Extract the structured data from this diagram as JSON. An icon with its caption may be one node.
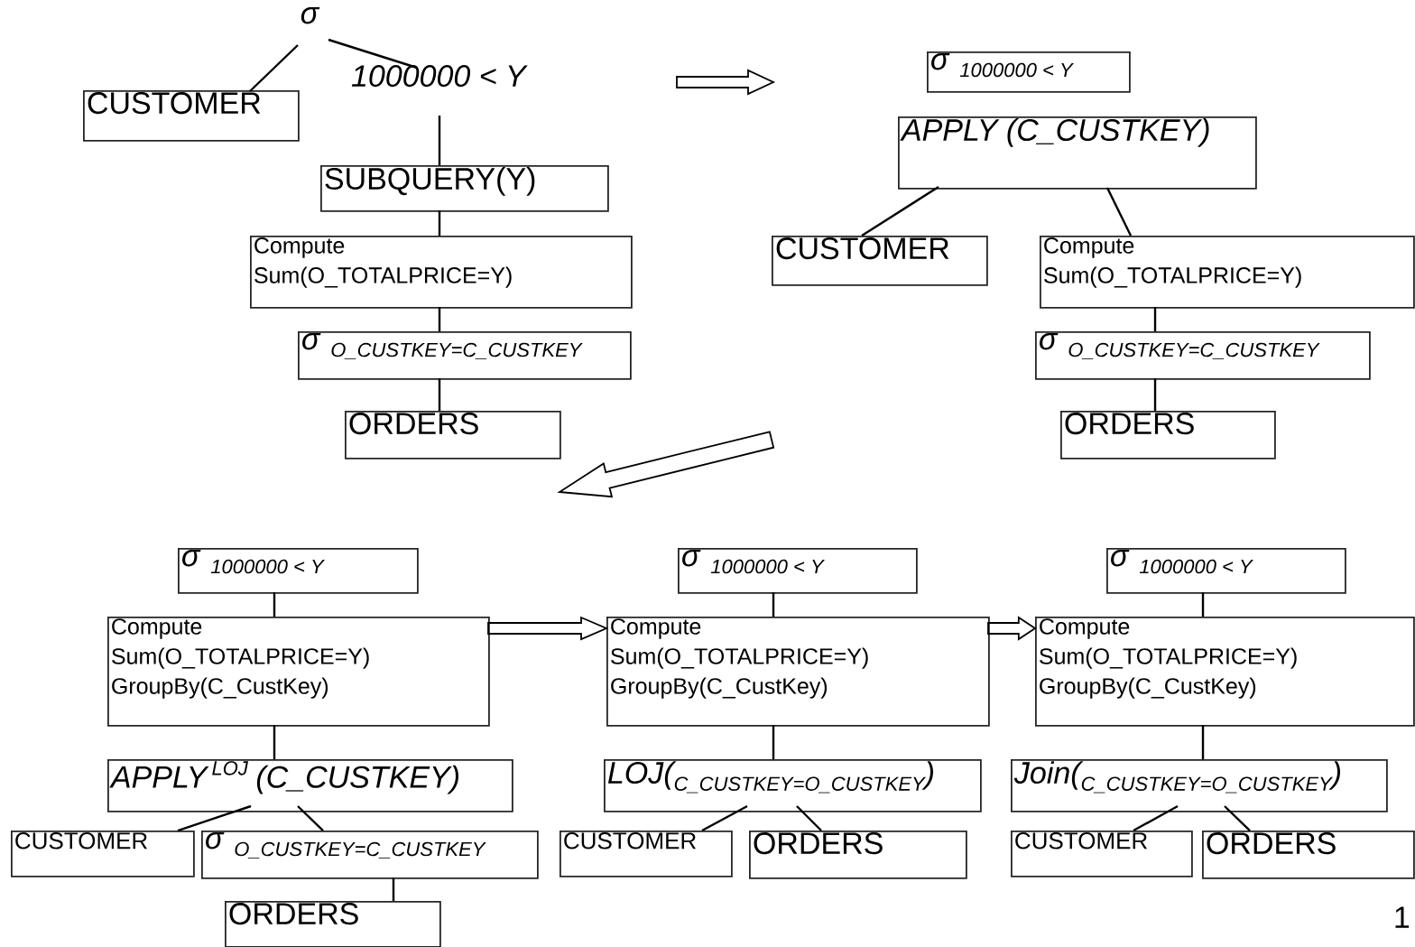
{
  "diagram": {
    "nodes": [
      {
        "text": [
          "σ"
        ]
      },
      {
        "text": [
          "CUSTOMER"
        ]
      },
      {
        "text": [
          "1000000 < Y"
        ]
      },
      {
        "text": [
          "SUBQUERY(Y)"
        ]
      },
      {
        "text": [
          "Compute",
          "Sum(O_TOTALPRICE=Y)"
        ]
      },
      {
        "text": [
          "σ",
          "O_CUSTKEY=C_CUSTKEY"
        ]
      },
      {
        "text": [
          "ORDERS"
        ]
      },
      {
        "text": [
          "σ",
          "1000000 < Y"
        ]
      },
      {
        "text": [
          "APPLY (C_CUSTKEY)"
        ]
      },
      {
        "text": [
          "CUSTOMER"
        ]
      },
      {
        "text": [
          "Compute",
          "Sum(O_TOTALPRICE=Y)"
        ]
      },
      {
        "text": [
          "σ",
          "O_CUSTKEY=C_CUSTKEY"
        ]
      },
      {
        "text": [
          "ORDERS"
        ]
      },
      {
        "text": [
          "σ",
          "1000000 < Y"
        ]
      },
      {
        "text": [
          "Compute",
          "Sum(O_TOTALPRICE=Y)",
          "GroupBy(C_CustKey)"
        ]
      },
      {
        "text": [
          "APPLY",
          "LOJ",
          "(C_CUSTKEY)"
        ]
      },
      {
        "text": [
          "CUSTOMER"
        ]
      },
      {
        "text": [
          "σ",
          "O_CUSTKEY=C_CUSTKEY"
        ]
      },
      {
        "text": [
          "ORDERS"
        ]
      },
      {
        "text": [
          "σ",
          "1000000 < Y"
        ]
      },
      {
        "text": [
          "Compute",
          "Sum(O_TOTALPRICE=Y)",
          "GroupBy(C_CustKey)"
        ]
      },
      {
        "text": [
          "LOJ(",
          "C_CUSTKEY=O_CUSTKEY",
          ")"
        ]
      },
      {
        "text": [
          "CUSTOMER"
        ]
      },
      {
        "text": [
          "ORDERS"
        ]
      },
      {
        "text": [
          "σ",
          "1000000 < Y"
        ]
      },
      {
        "text": [
          "Compute",
          "Sum(O_TOTALPRICE=Y)",
          "GroupBy(C_CustKey)"
        ]
      },
      {
        "text": [
          "Join(",
          "C_CUSTKEY=O_CUSTKEY",
          ")"
        ]
      },
      {
        "text": [
          "CUSTOMER"
        ]
      },
      {
        "text": [
          "ORDERS"
        ]
      }
    ],
    "edges": [
      {
        "from": 0,
        "to": 1,
        "arrow": "none"
      },
      {
        "from": 0,
        "to": 2,
        "arrow": "none"
      },
      {
        "from": 2,
        "to": 3,
        "arrow": "none"
      },
      {
        "from": 3,
        "to": 4,
        "arrow": "none"
      },
      {
        "from": 4,
        "to": 5,
        "arrow": "none"
      },
      {
        "from": 5,
        "to": 6,
        "arrow": "none"
      },
      {
        "from": 8,
        "to": 9,
        "arrow": "none"
      },
      {
        "from": 8,
        "to": 10,
        "arrow": "none"
      },
      {
        "from": 10,
        "to": 11,
        "arrow": "none"
      },
      {
        "from": 11,
        "to": 12,
        "arrow": "none"
      },
      {
        "from": 13,
        "to": 14,
        "arrow": "none"
      },
      {
        "from": 14,
        "to": 15,
        "arrow": "none"
      },
      {
        "from": 15,
        "to": 16,
        "arrow": "none"
      },
      {
        "from": 15,
        "to": 17,
        "arrow": "none"
      },
      {
        "from": 17,
        "to": 18,
        "arrow": "none"
      },
      {
        "from": 19,
        "to": 20,
        "arrow": "none"
      },
      {
        "from": 20,
        "to": 21,
        "arrow": "none"
      },
      {
        "from": 21,
        "to": 22,
        "arrow": "none"
      },
      {
        "from": 21,
        "to": 23,
        "arrow": "none"
      },
      {
        "from": 24,
        "to": 25,
        "arrow": "none"
      },
      {
        "from": 25,
        "to": 26,
        "arrow": "none"
      },
      {
        "from": 26,
        "to": 27,
        "arrow": "none"
      },
      {
        "from": 26,
        "to": 28,
        "arrow": "none"
      },
      {
        "from": 14,
        "to": 20,
        "arrow": "to",
        "style": "thick"
      },
      {
        "from": 20,
        "to": 25,
        "arrow": "to",
        "style": "thick"
      }
    ],
    "labels": [
      "1"
    ]
  }
}
